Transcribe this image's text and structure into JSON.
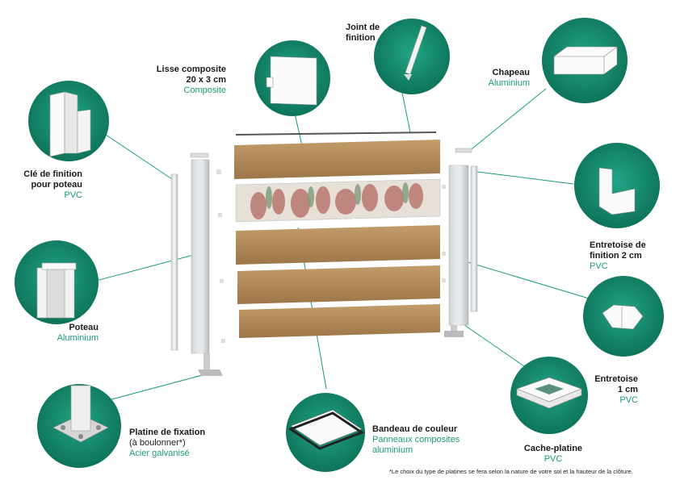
{
  "labels": {
    "joint": {
      "title": "Joint de finition"
    },
    "lisse": {
      "title": "Lisse composite",
      "size": "20 x 3 cm",
      "material": "Composite"
    },
    "chapeau": {
      "title": "Chapeau",
      "material": "Aluminium"
    },
    "cle": {
      "title": "Clé de finition pour poteau",
      "material": "PVC"
    },
    "entretoise2": {
      "title": "Entretoise de finition 2 cm",
      "material": "PVC"
    },
    "poteau": {
      "title": "Poteau",
      "material": "Aluminium"
    },
    "entretoise1": {
      "title": "Entretoise 1 cm",
      "material": "PVC"
    },
    "platine": {
      "title": "Platine de fixation",
      "note": "(à boulonner*)",
      "material": "Acier galvanisé"
    },
    "bandeau": {
      "title": "Bandeau de couleur",
      "material": "Panneaux composites aluminium"
    },
    "cacheplatine": {
      "title": "Cache-platine",
      "material": "PVC"
    }
  },
  "footnote": "*Le choix du type de platines se fera selon la nature de votre sol et la hauteur de la clôture.",
  "colors": {
    "accent": "#1a9a7c",
    "wood": "#b08a5a",
    "circle": "#13876b"
  }
}
